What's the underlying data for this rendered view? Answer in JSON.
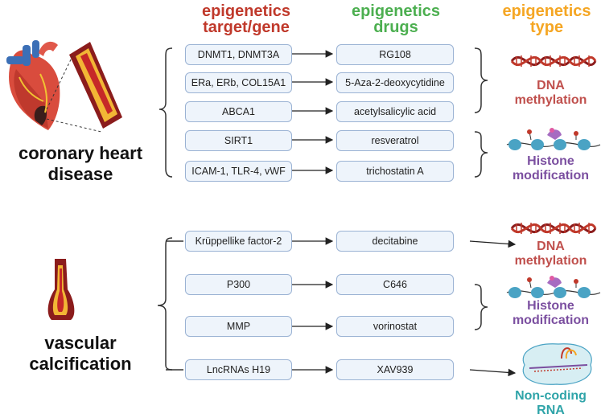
{
  "headers": {
    "target_line1": "epigenetics",
    "target_line2": "target/gene",
    "drugs_line1": "epigenetics",
    "drugs_line2": "drugs",
    "type_line1": "epigenetics",
    "type_line2": "type"
  },
  "colors": {
    "target": "#c0392b",
    "drugs": "#4caf50",
    "type": "#f5a623",
    "dna": "#c0504d",
    "histone": "#7b4fa0",
    "ncrna": "#2fa4a9",
    "box_border": "#9bb3d4",
    "box_fill": "#eef4fb"
  },
  "sections": [
    {
      "disease_line1": "coronary heart",
      "disease_line2": "disease",
      "rows": [
        {
          "target": "DNMT1, DNMT3A",
          "drug": "RG108"
        },
        {
          "target": "ERa, ERb, COL15A1",
          "drug": "5-Aza-2-deoxycytidine"
        },
        {
          "target": "ABCA1",
          "drug": "acetylsalicylic acid"
        },
        {
          "target": "SIRT1",
          "drug": "resveratrol"
        },
        {
          "target": "ICAM-1, TLR-4, vWF",
          "drug": "trichostatin A"
        }
      ],
      "types": [
        {
          "line1": "DNA",
          "line2": "methylation"
        },
        {
          "line1": "Histone",
          "line2": "modification"
        }
      ]
    },
    {
      "disease_line1": "vascular",
      "disease_line2": "calcification",
      "rows": [
        {
          "target": "Krüppellike factor-2",
          "drug": "decitabine"
        },
        {
          "target": "P300",
          "drug": "C646"
        },
        {
          "target": "MMP",
          "drug": "vorinostat"
        },
        {
          "target": "LncRNAs H19",
          "drug": "XAV939"
        }
      ],
      "types": [
        {
          "line1": "DNA",
          "line2": "methylation"
        },
        {
          "line1": "Histone",
          "line2": "modification"
        },
        {
          "line1": "Non-coding",
          "line2": "RNA"
        }
      ]
    }
  ]
}
